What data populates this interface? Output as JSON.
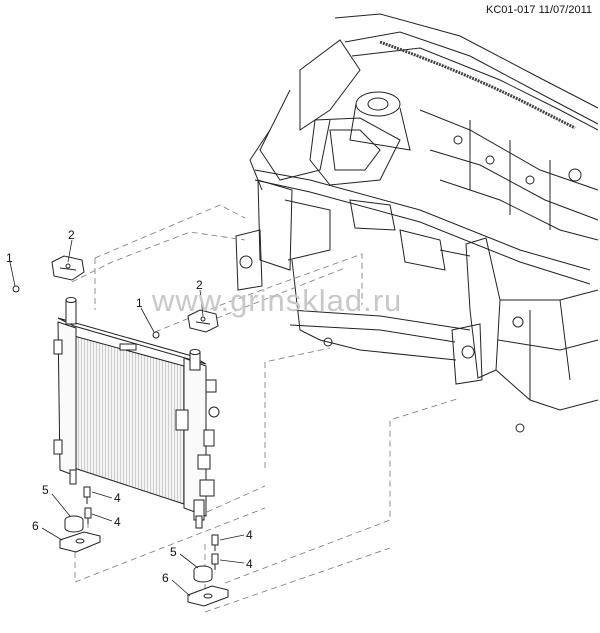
{
  "header": {
    "drawing_id": "KC01-017 11/07/2011"
  },
  "watermark": {
    "text": "www.grinsklad.ru"
  },
  "callouts": [
    {
      "id": "c1a",
      "label": "1"
    },
    {
      "id": "c2a",
      "label": "2"
    },
    {
      "id": "c1b",
      "label": "1"
    },
    {
      "id": "c2b",
      "label": "2"
    },
    {
      "id": "c5a",
      "label": "5"
    },
    {
      "id": "c4a",
      "label": "4"
    },
    {
      "id": "c4b",
      "label": "4"
    },
    {
      "id": "c6a",
      "label": "6"
    },
    {
      "id": "c4c",
      "label": "4"
    },
    {
      "id": "c4d",
      "label": "4"
    },
    {
      "id": "c5b",
      "label": "5"
    },
    {
      "id": "c6b",
      "label": "6"
    }
  ]
}
